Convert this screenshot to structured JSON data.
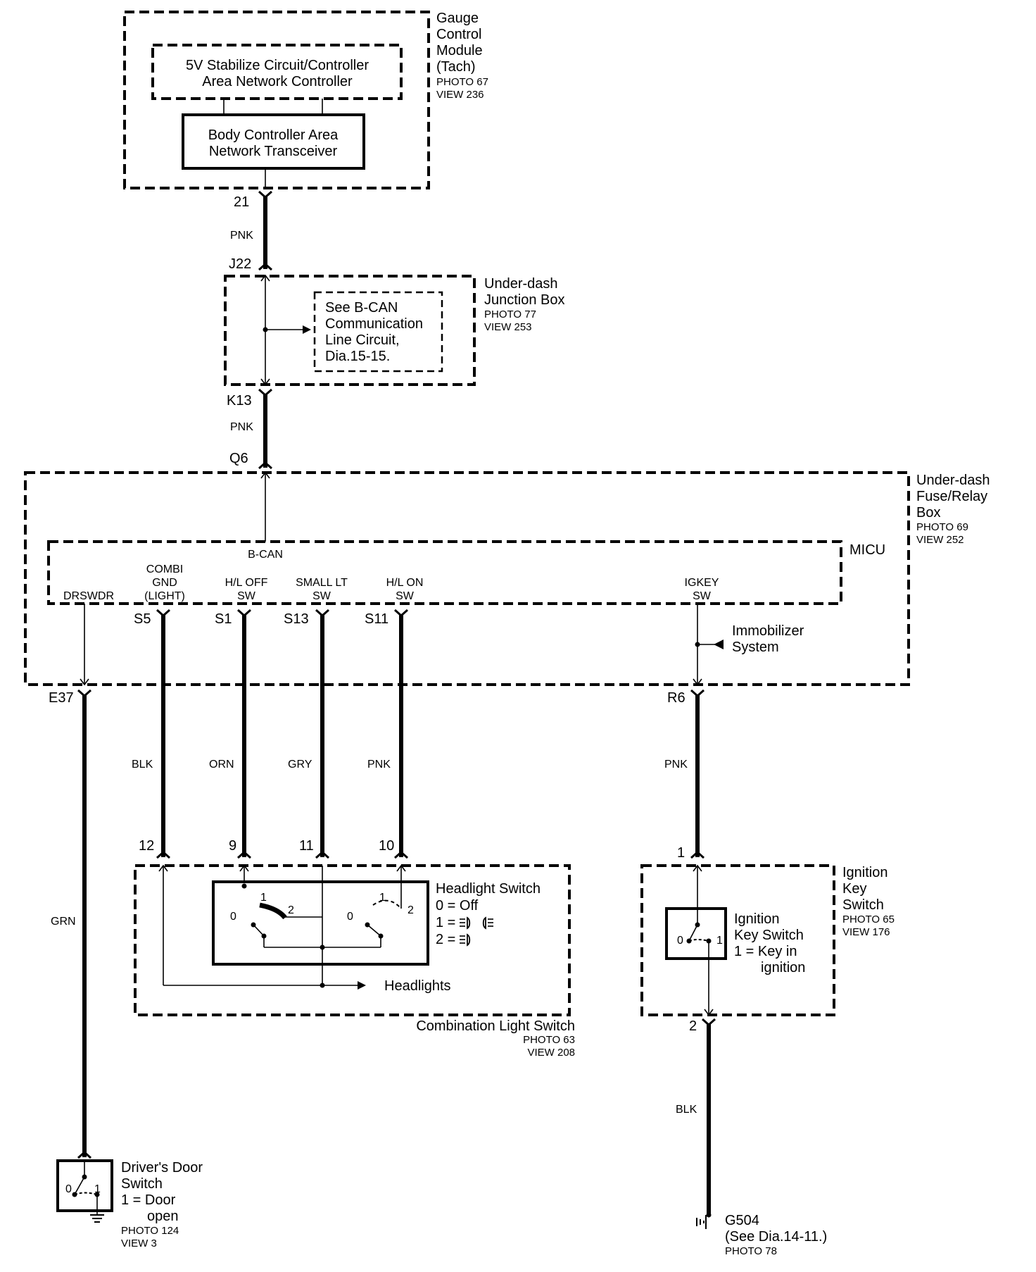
{
  "gauge_module": {
    "name_lines": [
      "Gauge",
      "Control",
      "Module",
      "(Tach)"
    ],
    "ref_lines": [
      "PHOTO 67",
      "VIEW 236"
    ],
    "stabilize_lines": [
      "5V Stabilize Circuit/Controller",
      "Area Network Controller"
    ],
    "transceiver_lines": [
      "Body Controller Area",
      "Network Transceiver"
    ]
  },
  "junction_box": {
    "name_lines": [
      "Under-dash",
      "Junction Box"
    ],
    "ref_lines": [
      "PHOTO 77",
      "VIEW 253"
    ],
    "note_lines": [
      "See B-CAN",
      "Communication",
      "Line Circuit,",
      "Dia.15-15."
    ]
  },
  "fuse_box": {
    "name_lines": [
      "Under-dash",
      "Fuse/Relay",
      "Box"
    ],
    "ref_lines": [
      "PHOTO 69",
      "VIEW 252"
    ]
  },
  "micu": {
    "name": "MICU",
    "bcan": "B-CAN",
    "terminals": {
      "drswdr": [
        "DRSWDR"
      ],
      "combi": [
        "COMBI",
        "GND",
        "(LIGHT)"
      ],
      "hl_off": [
        "H/L OFF",
        "SW"
      ],
      "small_lt": [
        "SMALL LT",
        "SW"
      ],
      "hl_on": [
        "H/L ON",
        "SW"
      ],
      "igkey": [
        "IGKEY",
        "SW"
      ]
    },
    "immobilizer_lines": [
      "Immobilizer",
      "System"
    ]
  },
  "connectors": {
    "p21": "21",
    "j22": "J22",
    "k13": "K13",
    "q6": "Q6",
    "s5": "S5",
    "s1": "S1",
    "s13": "S13",
    "s11": "S11",
    "e37": "E37",
    "r6": "R6",
    "p12": "12",
    "p9": "9",
    "p11": "11",
    "p10": "10",
    "p1": "1",
    "p2": "2"
  },
  "wire_colors": {
    "gauge_jb": "PNK",
    "jb_fuse": "PNK",
    "blk": "BLK",
    "orn": "ORN",
    "gry": "GRY",
    "pnk_hl": "PNK",
    "pnk_ig": "PNK",
    "grn": "GRN",
    "blk_gnd": "BLK"
  },
  "headlight_switch": {
    "name": "Headlight Switch",
    "legend": [
      "0 = Off",
      "1 = ",
      "2 = "
    ],
    "positions": [
      "0",
      "1",
      "2"
    ],
    "headlights": "Headlights"
  },
  "combination_switch": {
    "name": "Combination Light Switch",
    "ref_lines": [
      "PHOTO 63",
      "VIEW 208"
    ]
  },
  "ignition_switch": {
    "outer_lines": [
      "Ignition",
      "Key",
      "Switch"
    ],
    "ref_lines": [
      "PHOTO 65",
      "VIEW 176"
    ],
    "inner_lines": [
      "Ignition",
      "Key Switch",
      "1 = Key in",
      "ignition"
    ],
    "positions": [
      "0",
      "1"
    ]
  },
  "door_switch": {
    "name_lines": [
      "Driver's Door",
      "Switch",
      "1 = Door",
      "open"
    ],
    "ref_lines": [
      "PHOTO 124",
      "VIEW 3"
    ],
    "positions": [
      "0",
      "1"
    ]
  },
  "ground": {
    "name_lines": [
      "G504",
      "(See Dia.14-11.)"
    ],
    "ref_lines": [
      "PHOTO 78"
    ]
  },
  "icon_names": [
    "headlight-high-beam-icon",
    "parking-light-icon",
    "ground-symbol-icon",
    "arrow-icon"
  ]
}
